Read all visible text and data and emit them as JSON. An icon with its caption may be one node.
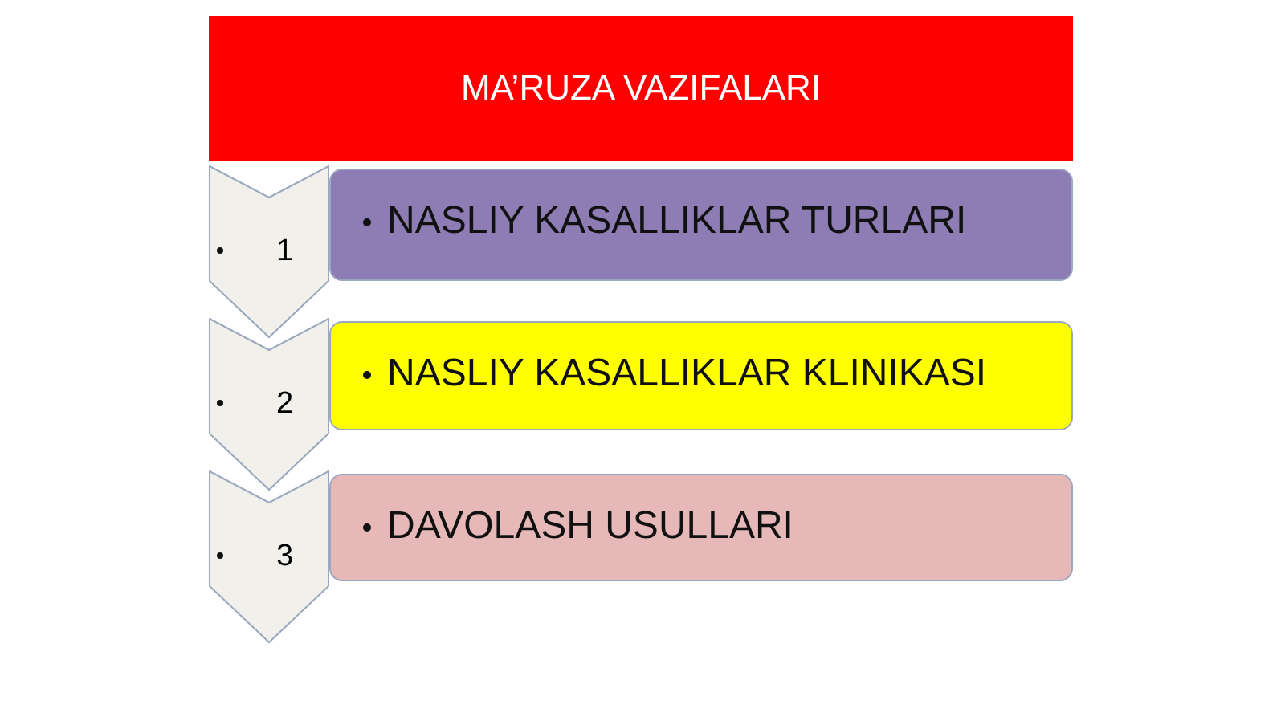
{
  "diagram": {
    "nodes": [
      {
        "text": [
          "MA’RUZA VAZIFALARI"
        ]
      },
      {
        "text": [
          "1"
        ]
      },
      {
        "text": [
          "NASLIY KASALLIKLAR TURLARI"
        ]
      },
      {
        "text": [
          "2"
        ]
      },
      {
        "text": [
          "NASLIY KASALLIKLAR KLINIKASI"
        ]
      },
      {
        "text": [
          "3"
        ]
      },
      {
        "text": [
          "DAVOLASH USULLARI"
        ]
      }
    ],
    "edges": []
  }
}
